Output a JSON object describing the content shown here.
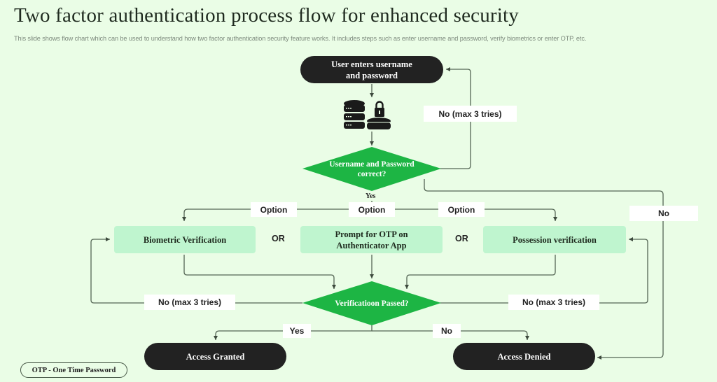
{
  "header": {
    "title": "Two factor authentication process flow for enhanced security",
    "subtitle": "This slide shows flow chart which can be used to understand how two factor authentication security feature works. It includes steps such as enter username and password, verify biometrics or enter OTP,  etc."
  },
  "colors": {
    "background": "#eafde6",
    "terminal": "#222222",
    "decision": "#1db544",
    "process": "#bff5cf",
    "connector": "#556655"
  },
  "nodes": {
    "start": "User enters username and password",
    "credential_icon": "database-lock-icon",
    "decision1": "Username and Password correct?",
    "decision1_yes": "Yes",
    "biometric": "Biometric  Verification",
    "otp": "Prompt  for OTP on Authenticator  App",
    "possession": "Possession verification",
    "decision2": "Verificatioon  Passed?",
    "granted": "Access Granted",
    "denied": "Access Denied"
  },
  "edge_labels": {
    "retry_login": "No (max 3 tries)",
    "option_left": "Option",
    "option_center": "Option",
    "option_right": "Option",
    "no_right": "No",
    "retry_left": "No (max 3 tries)",
    "retry_right": "No (max 3 tries)",
    "yes": "Yes",
    "no": "No"
  },
  "or_labels": [
    "OR",
    "OR"
  ],
  "legend": "OTP - One Time Password"
}
